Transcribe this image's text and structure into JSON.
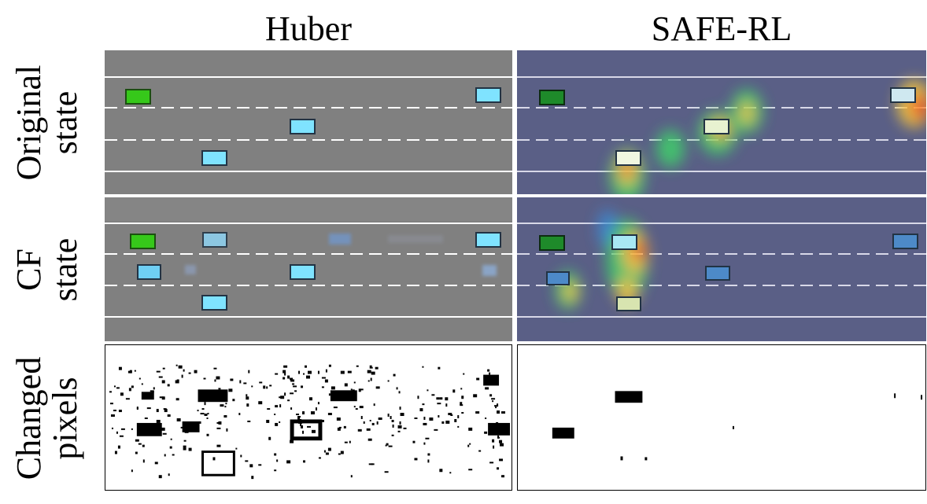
{
  "columns": [
    "Huber",
    "SAFE-RL"
  ],
  "rows": [
    {
      "line1": "Original",
      "line2": "state"
    },
    {
      "line1": "CF",
      "line2": "state"
    },
    {
      "line1": "Changed",
      "line2": "pixels"
    }
  ],
  "colors": {
    "road_gray": "#808080",
    "road_safe": "#5a5f86",
    "lane_line": "#ffffff",
    "ego_car": "#36c81a",
    "other_car": "#7fe3ff",
    "changed_pixel": "#000000"
  }
}
